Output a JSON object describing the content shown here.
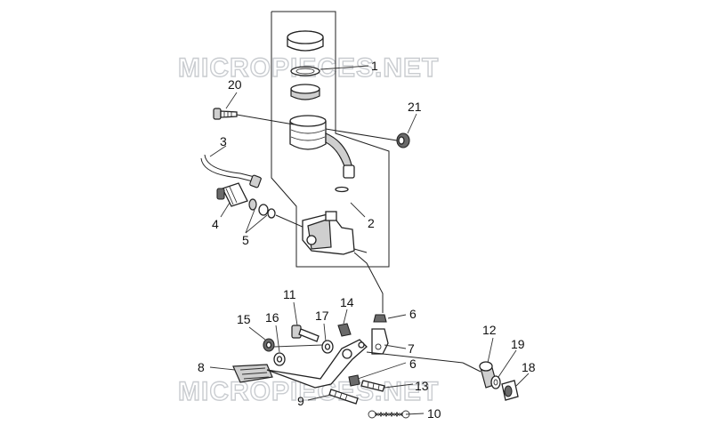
{
  "watermark": "MICROPIECES.NET",
  "callouts": {
    "c1": "1",
    "c2": "2",
    "c3": "3",
    "c4": "4",
    "c5": "5",
    "c6a": "6",
    "c6b": "6",
    "c7": "7",
    "c8": "8",
    "c9": "9",
    "c10": "10",
    "c11": "11",
    "c12": "12",
    "c13": "13",
    "c14": "14",
    "c15": "15",
    "c16": "16",
    "c17": "17",
    "c18": "18",
    "c19": "19",
    "c20": "20",
    "c21": "21"
  }
}
